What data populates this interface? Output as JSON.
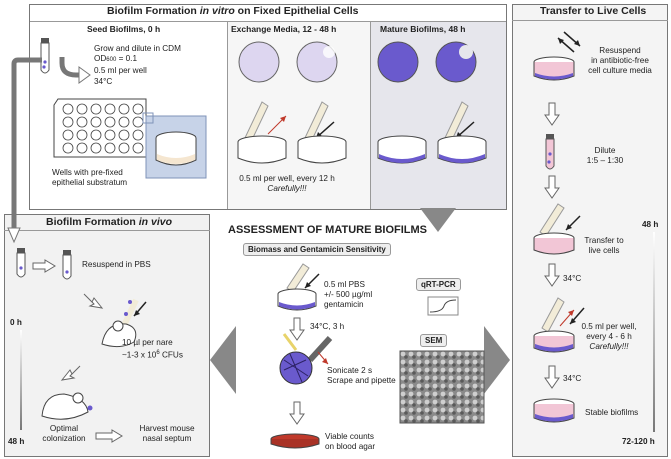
{
  "top_panel": {
    "title_pre": "Biofilm Formation ",
    "title_em": "in vitro",
    "title_post": " on Fixed Epithelial Cells",
    "seed": {
      "heading": "Seed Biofilms, 0 h",
      "grow": "Grow and dilute in CDM",
      "od_main": "OD",
      "od_sub": "600",
      "od_value": " = 0.1",
      "volume": "0.5 ml per well",
      "temp": "34°C",
      "wells_label_1": "Wells with pre-fixed",
      "wells_label_2": "epithelial substratum"
    },
    "exchange": {
      "heading": "Exchange Media, 12 - 48 h",
      "note_1": "0.5 ml per well, every 12 h",
      "note_2": "Carefully!!!"
    },
    "mature": {
      "heading": "Mature Biofilms, 48 h"
    }
  },
  "right_panel": {
    "title": "Transfer to Live Cells",
    "resuspend_1": "Resuspend",
    "resuspend_2": "in antibiotic-free",
    "resuspend_3": "cell culture media",
    "dilute_1": "Dilute",
    "dilute_2": "1:5 – 1:30",
    "transfer_1": "Transfer to",
    "transfer_2": "live cells",
    "temp_1": "34°C",
    "volume_1": "0.5 ml per well,",
    "volume_2": "every 4 - 6 h",
    "volume_3": "Carefully!!!",
    "temp_2": "34°C",
    "stable": "Stable biofilms",
    "time_48": "48 h",
    "time_72": "72-120 h"
  },
  "left_panel": {
    "title_pre": "Biofilm Formation ",
    "title_em": "in vivo",
    "resuspend": "Resuspend in PBS",
    "dose_1": "10 µl per nare",
    "dose_2_pre": "~1-3 x 10",
    "dose_2_sup": "6",
    "dose_2_post": " CFUs",
    "optimal_1": "Optimal",
    "optimal_2": "colonization",
    "harvest_1": "Harvest mouse",
    "harvest_2": "nasal septum",
    "time_0": "0 h",
    "time_48": "48 h"
  },
  "center": {
    "title": "ASSESSMENT OF MATURE BIOFILMS",
    "biomass_box": "Biomass and Gentamicin Sensitivity",
    "pbs_1": "0.5 ml PBS",
    "pbs_2": "+/- 500 µg/ml",
    "pbs_3": "gentamicin",
    "qrt": "qRT-PCR",
    "incubate": "34°C, 3 h",
    "sem": "SEM",
    "sonicate_1": "Sonicate 2 s",
    "sonicate_2": "Scrape and pipette",
    "viable_1": "Viable counts",
    "viable_2": "on blood agar"
  },
  "colors": {
    "biofilm": "#6a5acd",
    "dish_pink": "#f2c6d6",
    "panel_grey": "#eaeaf0",
    "agar_red": "#c0392b"
  }
}
